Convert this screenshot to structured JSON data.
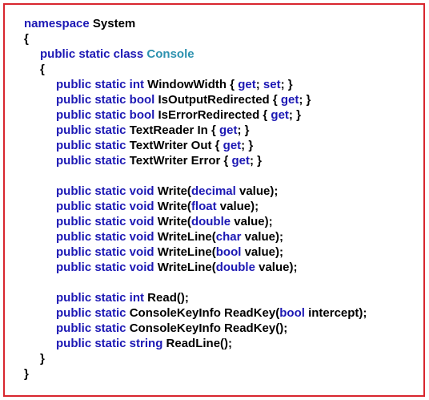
{
  "colors": {
    "frame_border": "#d8262e",
    "keyword": "#1c18b4",
    "type_name": "#2b91af",
    "plain_text": "#000000"
  },
  "code": {
    "lines": [
      {
        "indent": 0,
        "tokens": [
          {
            "k": "kw",
            "t": "namespace"
          },
          {
            "k": "plain",
            "t": " System"
          }
        ]
      },
      {
        "indent": 0,
        "tokens": [
          {
            "k": "plain",
            "t": "{"
          }
        ]
      },
      {
        "indent": 1,
        "tokens": [
          {
            "k": "kw",
            "t": "public static class"
          },
          {
            "k": "plain",
            "t": " "
          },
          {
            "k": "type",
            "t": "Console"
          }
        ]
      },
      {
        "indent": 1,
        "tokens": [
          {
            "k": "plain",
            "t": "{"
          }
        ]
      },
      {
        "indent": 2,
        "tokens": [
          {
            "k": "kw",
            "t": "public static int"
          },
          {
            "k": "plain",
            "t": " WindowWidth { "
          },
          {
            "k": "kw",
            "t": "get"
          },
          {
            "k": "plain",
            "t": "; "
          },
          {
            "k": "kw",
            "t": "set"
          },
          {
            "k": "plain",
            "t": "; }"
          }
        ]
      },
      {
        "indent": 2,
        "tokens": [
          {
            "k": "kw",
            "t": "public static bool"
          },
          {
            "k": "plain",
            "t": " IsOutputRedirected { "
          },
          {
            "k": "kw",
            "t": "get"
          },
          {
            "k": "plain",
            "t": "; }"
          }
        ]
      },
      {
        "indent": 2,
        "tokens": [
          {
            "k": "kw",
            "t": "public static bool"
          },
          {
            "k": "plain",
            "t": " IsErrorRedirected { "
          },
          {
            "k": "kw",
            "t": "get"
          },
          {
            "k": "plain",
            "t": "; }"
          }
        ]
      },
      {
        "indent": 2,
        "tokens": [
          {
            "k": "kw",
            "t": "public static"
          },
          {
            "k": "plain",
            "t": " TextReader In { "
          },
          {
            "k": "kw",
            "t": "get"
          },
          {
            "k": "plain",
            "t": "; }"
          }
        ]
      },
      {
        "indent": 2,
        "tokens": [
          {
            "k": "kw",
            "t": "public static"
          },
          {
            "k": "plain",
            "t": " TextWriter Out { "
          },
          {
            "k": "kw",
            "t": "get"
          },
          {
            "k": "plain",
            "t": "; }"
          }
        ]
      },
      {
        "indent": 2,
        "tokens": [
          {
            "k": "kw",
            "t": "public static"
          },
          {
            "k": "plain",
            "t": " TextWriter Error { "
          },
          {
            "k": "kw",
            "t": "get"
          },
          {
            "k": "plain",
            "t": "; }"
          }
        ]
      },
      {
        "indent": 0,
        "tokens": []
      },
      {
        "indent": 2,
        "tokens": [
          {
            "k": "kw",
            "t": "public static void"
          },
          {
            "k": "plain",
            "t": " Write("
          },
          {
            "k": "kw",
            "t": "decimal"
          },
          {
            "k": "plain",
            "t": " value);"
          }
        ]
      },
      {
        "indent": 2,
        "tokens": [
          {
            "k": "kw",
            "t": "public static void"
          },
          {
            "k": "plain",
            "t": " Write("
          },
          {
            "k": "kw",
            "t": "float"
          },
          {
            "k": "plain",
            "t": " value);"
          }
        ]
      },
      {
        "indent": 2,
        "tokens": [
          {
            "k": "kw",
            "t": "public static void"
          },
          {
            "k": "plain",
            "t": " Write("
          },
          {
            "k": "kw",
            "t": "double"
          },
          {
            "k": "plain",
            "t": " value);"
          }
        ]
      },
      {
        "indent": 2,
        "tokens": [
          {
            "k": "kw",
            "t": "public static void"
          },
          {
            "k": "plain",
            "t": " WriteLine("
          },
          {
            "k": "kw",
            "t": "char"
          },
          {
            "k": "plain",
            "t": " value);"
          }
        ]
      },
      {
        "indent": 2,
        "tokens": [
          {
            "k": "kw",
            "t": "public static void"
          },
          {
            "k": "plain",
            "t": " WriteLine("
          },
          {
            "k": "kw",
            "t": "bool"
          },
          {
            "k": "plain",
            "t": " value);"
          }
        ]
      },
      {
        "indent": 2,
        "tokens": [
          {
            "k": "kw",
            "t": "public static void"
          },
          {
            "k": "plain",
            "t": " WriteLine("
          },
          {
            "k": "kw",
            "t": "double"
          },
          {
            "k": "plain",
            "t": " value);"
          }
        ]
      },
      {
        "indent": 0,
        "tokens": []
      },
      {
        "indent": 2,
        "tokens": [
          {
            "k": "kw",
            "t": "public static int"
          },
          {
            "k": "plain",
            "t": " Read();"
          }
        ]
      },
      {
        "indent": 2,
        "tokens": [
          {
            "k": "kw",
            "t": "public static"
          },
          {
            "k": "plain",
            "t": " ConsoleKeyInfo ReadKey("
          },
          {
            "k": "kw",
            "t": "bool"
          },
          {
            "k": "plain",
            "t": " intercept);"
          }
        ]
      },
      {
        "indent": 2,
        "tokens": [
          {
            "k": "kw",
            "t": "public static"
          },
          {
            "k": "plain",
            "t": " ConsoleKeyInfo ReadKey();"
          }
        ]
      },
      {
        "indent": 2,
        "tokens": [
          {
            "k": "kw",
            "t": "public static string"
          },
          {
            "k": "plain",
            "t": " ReadLine();"
          }
        ]
      },
      {
        "indent": 1,
        "tokens": [
          {
            "k": "plain",
            "t": "}"
          }
        ]
      },
      {
        "indent": 0,
        "tokens": [
          {
            "k": "plain",
            "t": "}"
          }
        ]
      }
    ]
  }
}
